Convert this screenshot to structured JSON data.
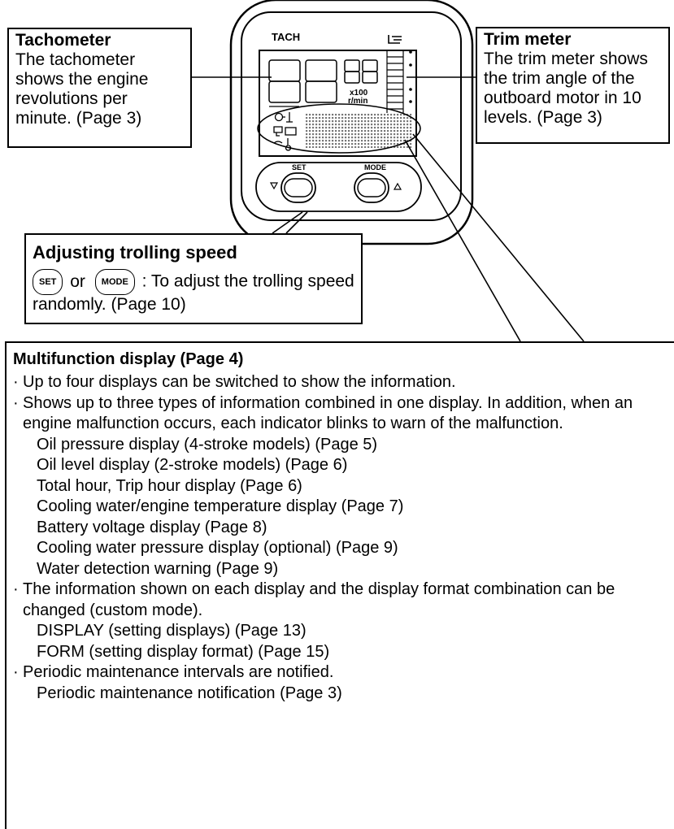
{
  "device": {
    "label_tach": "TACH",
    "unit_x100": "x100",
    "unit_rmin": "r/min",
    "btn_set": "SET",
    "btn_mode": "MODE"
  },
  "tachometer": {
    "title": "Tachometer",
    "body": "The tachometer shows the engine revolutions per minute. (Page 3)"
  },
  "trim": {
    "title": "Trim meter",
    "body": "The trim meter shows the trim angle of the outboard motor in 10 levels. (Page 3)"
  },
  "trolling": {
    "title": "Adjusting trolling speed",
    "set": "SET",
    "or": "or",
    "mode": "MODE",
    "text": ": To adjust the trolling speed randomly. (Page 10)"
  },
  "multifunction": {
    "title": "Multifunction display (Page 4)",
    "b1": "Up to four displays can be switched to show the information.",
    "b2": "Shows up to three types of information combined in one display. In addition, when an engine malfunction occurs, each indicator blinks to warn of the malfunction.",
    "s1": "Oil pressure display (4-stroke models) (Page 5)",
    "s2": "Oil level display (2-stroke models) (Page 6)",
    "s3": "Total hour, Trip hour display (Page 6)",
    "s4": "Cooling water/engine temperature display (Page 7)",
    "s5": "Battery voltage display (Page 8)",
    "s6": "Cooling water pressure display (optional) (Page 9)",
    "s7": "Water detection warning (Page 9)",
    "b3": "The information shown on each display and the display format combination can be changed (custom mode).",
    "s8": "DISPLAY (setting displays) (Page 13)",
    "s9": "FORM (setting display format) (Page 15)",
    "b4": "Periodic maintenance intervals are notified.",
    "s10": "Periodic maintenance notification (Page 3)"
  }
}
